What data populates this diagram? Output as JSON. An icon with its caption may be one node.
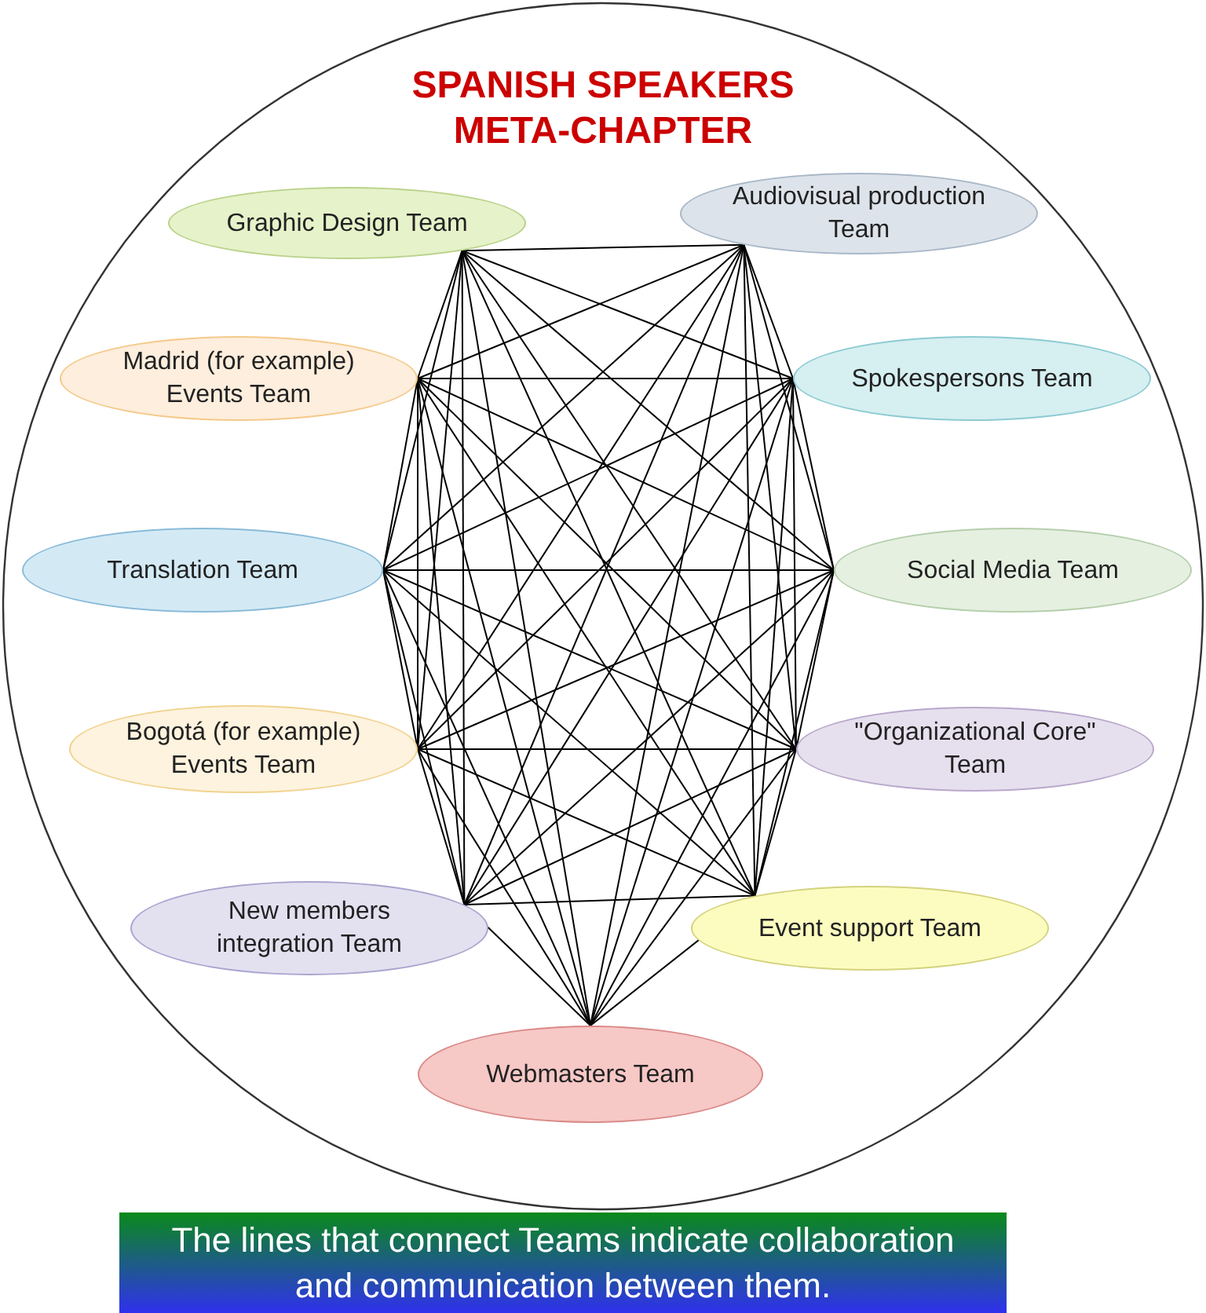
{
  "diagram": {
    "title": "SPANISH SPEAKERS META-CHAPTER",
    "caption": "The lines that connect Teams indicate collaboration and communication between them.",
    "nodes": [
      {
        "text": [
          "Graphic Design Team"
        ]
      },
      {
        "text": [
          "Audiovisual production Team"
        ]
      },
      {
        "text": [
          "Madrid (for example) Events Team"
        ]
      },
      {
        "text": [
          "Spokespersons Team"
        ]
      },
      {
        "text": [
          "Translation Team"
        ]
      },
      {
        "text": [
          "Social Media Team"
        ]
      },
      {
        "text": [
          "Bogotá (for example) Events Team"
        ]
      },
      {
        "text": [
          "\"Organizational Core\" Team"
        ]
      },
      {
        "text": [
          "New members integration Team"
        ]
      },
      {
        "text": [
          "Event support Team"
        ]
      },
      {
        "text": [
          "Webmasters Team"
        ]
      }
    ],
    "edges": [
      {
        "from": 0,
        "to": 1,
        "arrow": "none"
      },
      {
        "from": 0,
        "to": 2,
        "arrow": "none"
      },
      {
        "from": 0,
        "to": 3,
        "arrow": "none"
      },
      {
        "from": 0,
        "to": 4,
        "arrow": "none"
      },
      {
        "from": 0,
        "to": 5,
        "arrow": "none"
      },
      {
        "from": 0,
        "to": 6,
        "arrow": "none"
      },
      {
        "from": 0,
        "to": 7,
        "arrow": "none"
      },
      {
        "from": 0,
        "to": 8,
        "arrow": "none"
      },
      {
        "from": 0,
        "to": 9,
        "arrow": "none"
      },
      {
        "from": 0,
        "to": 10,
        "arrow": "none"
      },
      {
        "from": 1,
        "to": 2,
        "arrow": "none"
      },
      {
        "from": 1,
        "to": 3,
        "arrow": "none"
      },
      {
        "from": 1,
        "to": 4,
        "arrow": "none"
      },
      {
        "from": 1,
        "to": 5,
        "arrow": "none"
      },
      {
        "from": 1,
        "to": 6,
        "arrow": "none"
      },
      {
        "from": 1,
        "to": 7,
        "arrow": "none"
      },
      {
        "from": 1,
        "to": 8,
        "arrow": "none"
      },
      {
        "from": 1,
        "to": 9,
        "arrow": "none"
      },
      {
        "from": 1,
        "to": 10,
        "arrow": "none"
      },
      {
        "from": 2,
        "to": 3,
        "arrow": "none"
      },
      {
        "from": 2,
        "to": 4,
        "arrow": "none"
      },
      {
        "from": 2,
        "to": 5,
        "arrow": "none"
      },
      {
        "from": 2,
        "to": 6,
        "arrow": "none"
      },
      {
        "from": 2,
        "to": 7,
        "arrow": "none"
      },
      {
        "from": 2,
        "to": 8,
        "arrow": "none"
      },
      {
        "from": 2,
        "to": 9,
        "arrow": "none"
      },
      {
        "from": 2,
        "to": 10,
        "arrow": "none"
      },
      {
        "from": 3,
        "to": 4,
        "arrow": "none"
      },
      {
        "from": 3,
        "to": 5,
        "arrow": "none"
      },
      {
        "from": 3,
        "to": 6,
        "arrow": "none"
      },
      {
        "from": 3,
        "to": 7,
        "arrow": "none"
      },
      {
        "from": 3,
        "to": 8,
        "arrow": "none"
      },
      {
        "from": 3,
        "to": 9,
        "arrow": "none"
      },
      {
        "from": 3,
        "to": 10,
        "arrow": "none"
      },
      {
        "from": 4,
        "to": 5,
        "arrow": "none"
      },
      {
        "from": 4,
        "to": 6,
        "arrow": "none"
      },
      {
        "from": 4,
        "to": 7,
        "arrow": "none"
      },
      {
        "from": 4,
        "to": 8,
        "arrow": "none"
      },
      {
        "from": 4,
        "to": 9,
        "arrow": "none"
      },
      {
        "from": 4,
        "to": 10,
        "arrow": "none"
      },
      {
        "from": 5,
        "to": 6,
        "arrow": "none"
      },
      {
        "from": 5,
        "to": 7,
        "arrow": "none"
      },
      {
        "from": 5,
        "to": 8,
        "arrow": "none"
      },
      {
        "from": 5,
        "to": 9,
        "arrow": "none"
      },
      {
        "from": 5,
        "to": 10,
        "arrow": "none"
      },
      {
        "from": 6,
        "to": 7,
        "arrow": "none"
      },
      {
        "from": 6,
        "to": 8,
        "arrow": "none"
      },
      {
        "from": 6,
        "to": 9,
        "arrow": "none"
      },
      {
        "from": 6,
        "to": 10,
        "arrow": "none"
      },
      {
        "from": 7,
        "to": 8,
        "arrow": "none"
      },
      {
        "from": 7,
        "to": 9,
        "arrow": "none"
      },
      {
        "from": 7,
        "to": 10,
        "arrow": "none"
      },
      {
        "from": 8,
        "to": 9,
        "arrow": "none"
      },
      {
        "from": 8,
        "to": 10,
        "arrow": "none"
      },
      {
        "from": 9,
        "to": 10,
        "arrow": "none"
      }
    ]
  }
}
